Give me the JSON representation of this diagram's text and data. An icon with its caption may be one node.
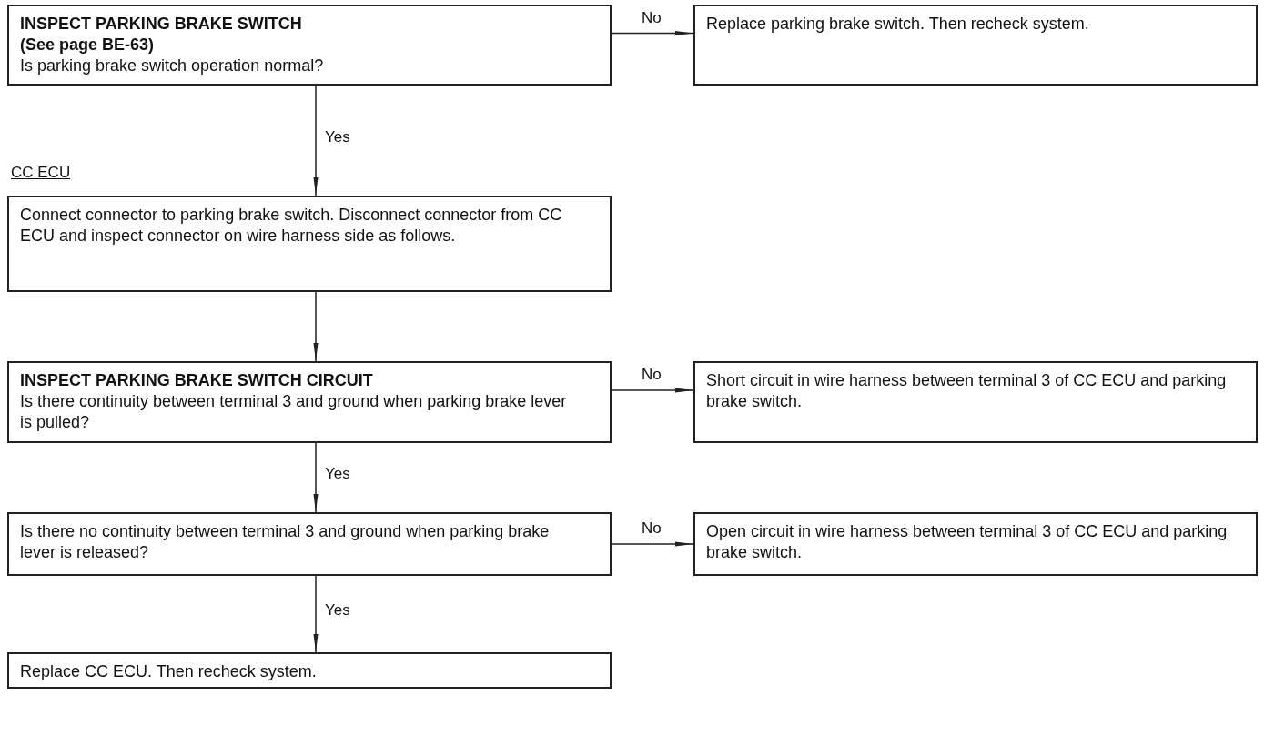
{
  "diagram": {
    "nodes": [
      {
        "text": [
          "INSPECT PARKING BRAKE SWITCH",
          "(See page BE-63)",
          "Is parking brake switch operation normal?"
        ]
      },
      {
        "text": [
          "Replace parking brake switch. Then recheck system."
        ]
      },
      {
        "text": [
          "Connect connector to parking brake switch. Disconnect connector from CC ECU and inspect connector on wire harness side as follows."
        ]
      },
      {
        "text": [
          "INSPECT PARKING BRAKE SWITCH CIRCUIT",
          "Is there continuity between terminal 3 and ground when parking brake lever is pulled?"
        ]
      },
      {
        "text": [
          "Short circuit in wire harness between terminal 3 of CC ECU and parking brake switch."
        ]
      },
      {
        "text": [
          "Is there no continuity between terminal 3 and ground when parking brake lever is released?"
        ]
      },
      {
        "text": [
          "Open circuit in wire harness between terminal 3 of CC ECU and parking brake switch."
        ]
      },
      {
        "text": [
          "Replace CC ECU. Then recheck system."
        ]
      }
    ],
    "edges": [
      {
        "from": 0,
        "to": 1,
        "arrow": "to",
        "label": "No"
      },
      {
        "from": 0,
        "to": 2,
        "arrow": "to",
        "label": "Yes"
      },
      {
        "from": 2,
        "to": 3,
        "arrow": "to"
      },
      {
        "from": 3,
        "to": 4,
        "arrow": "to",
        "label": "No"
      },
      {
        "from": 3,
        "to": 5,
        "arrow": "to",
        "label": "Yes"
      },
      {
        "from": 5,
        "to": 6,
        "arrow": "to",
        "label": "No"
      },
      {
        "from": 5,
        "to": 7,
        "arrow": "to",
        "label": "Yes"
      }
    ],
    "labels": [
      "CC ECU"
    ]
  }
}
